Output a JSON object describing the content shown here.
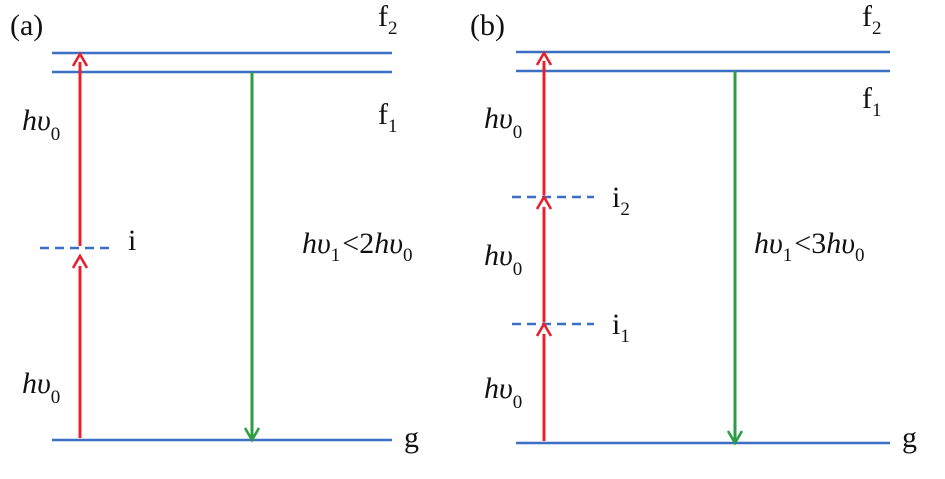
{
  "colors": {
    "level": "#3b6fc4",
    "excitation": "#e8202e",
    "emission": "#2e9e46",
    "text": "#111111"
  },
  "panel_a": {
    "tag": "(a)",
    "levels": {
      "f2": "f",
      "f2_sub": "2",
      "f1": "f",
      "f1_sub": "1",
      "virtual": "i",
      "ground": "g"
    },
    "photon_upper": {
      "h": "h",
      "v": "υ",
      "sub": "0"
    },
    "photon_lower": {
      "h": "h",
      "v": "υ",
      "sub": "0"
    },
    "emission": {
      "h1": "h",
      "v1": "υ",
      "sub1": "1",
      "rel": "<",
      "coef": "2",
      "h2": "h",
      "v2": "υ",
      "sub2": "0"
    }
  },
  "panel_b": {
    "tag": "(b)",
    "levels": {
      "f2": "f",
      "f2_sub": "2",
      "f1": "f",
      "f1_sub": "1",
      "virtual2": "i",
      "virtual2_sub": "2",
      "virtual1": "i",
      "virtual1_sub": "1",
      "ground": "g"
    },
    "photon_top": {
      "h": "h",
      "v": "υ",
      "sub": "0"
    },
    "photon_mid": {
      "h": "h",
      "v": "υ",
      "sub": "0"
    },
    "photon_bot": {
      "h": "h",
      "v": "υ",
      "sub": "0"
    },
    "emission": {
      "h1": "h",
      "v1": "υ",
      "sub1": "1",
      "rel": "<",
      "coef": "3",
      "h2": "h",
      "v2": "υ",
      "sub2": "0"
    }
  }
}
